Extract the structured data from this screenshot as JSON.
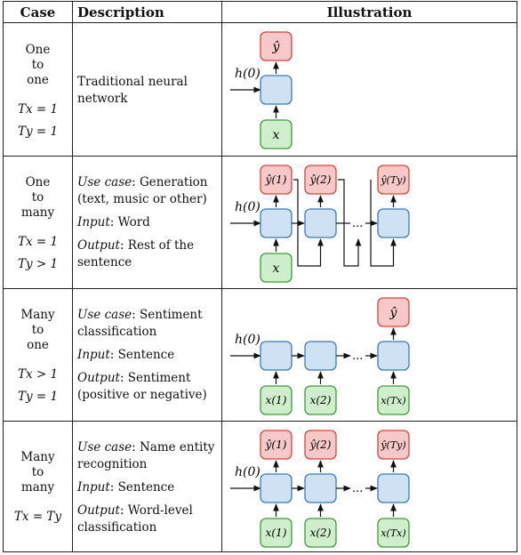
{
  "headers": {
    "case": "Case",
    "description": "Description",
    "illustration": "Illustration"
  },
  "rows": [
    {
      "case_lines": [
        "One",
        "to",
        "one"
      ],
      "tx": "Tx = 1",
      "ty": "Ty = 1",
      "description": {
        "plain": "Traditional neural network"
      },
      "illustration": {
        "h0": "h(0)",
        "outputs": [
          "ŷ"
        ],
        "inputs": [
          "x"
        ]
      }
    },
    {
      "case_lines": [
        "One",
        "to",
        "many"
      ],
      "tx": "Tx = 1",
      "ty": "Ty > 1",
      "description": {
        "use_case_label": "Use case",
        "use_case": ": Generation (text, music or other)",
        "input_label": "Input",
        "input": ": Word",
        "output_label": "Output",
        "output": ": Rest of the sentence"
      },
      "illustration": {
        "h0": "h(0)",
        "outputs": [
          "ŷ(1)",
          "ŷ(2)",
          "ŷ(Ty)"
        ],
        "inputs": [
          "x"
        ],
        "ellipsis": "..."
      }
    },
    {
      "case_lines": [
        "Many",
        "to",
        "one"
      ],
      "tx": "Tx > 1",
      "ty": "Ty = 1",
      "description": {
        "use_case_label": "Use case",
        "use_case": ": Sentiment classification",
        "input_label": "Input",
        "input": ": Sentence",
        "output_label": "Output",
        "output": ": Sentiment (positive or negative)"
      },
      "illustration": {
        "h0": "h(0)",
        "outputs": [
          "ŷ"
        ],
        "inputs": [
          "x(1)",
          "x(2)",
          "x(Tx)"
        ],
        "ellipsis": "..."
      }
    },
    {
      "case_lines": [
        "Many",
        "to",
        "many"
      ],
      "txty": "Tx = Ty",
      "description": {
        "use_case_label": "Use case",
        "use_case": ": Name entity recognition",
        "input_label": "Input",
        "input": ": Sentence",
        "output_label": "Output",
        "output": ": Word-level classification"
      },
      "illustration": {
        "h0": "h(0)",
        "outputs": [
          "ŷ(1)",
          "ŷ(2)",
          "ŷ(Ty)"
        ],
        "inputs": [
          "x(1)",
          "x(2)",
          "x(Tx)"
        ],
        "ellipsis": "..."
      }
    }
  ],
  "colors": {
    "output_fill": "#f7c8c8",
    "output_stroke": "#d9443a",
    "hidden_fill": "#cfe2f3",
    "hidden_stroke": "#3f79b5",
    "input_fill": "#cfeecb",
    "input_stroke": "#3f9a3a"
  }
}
